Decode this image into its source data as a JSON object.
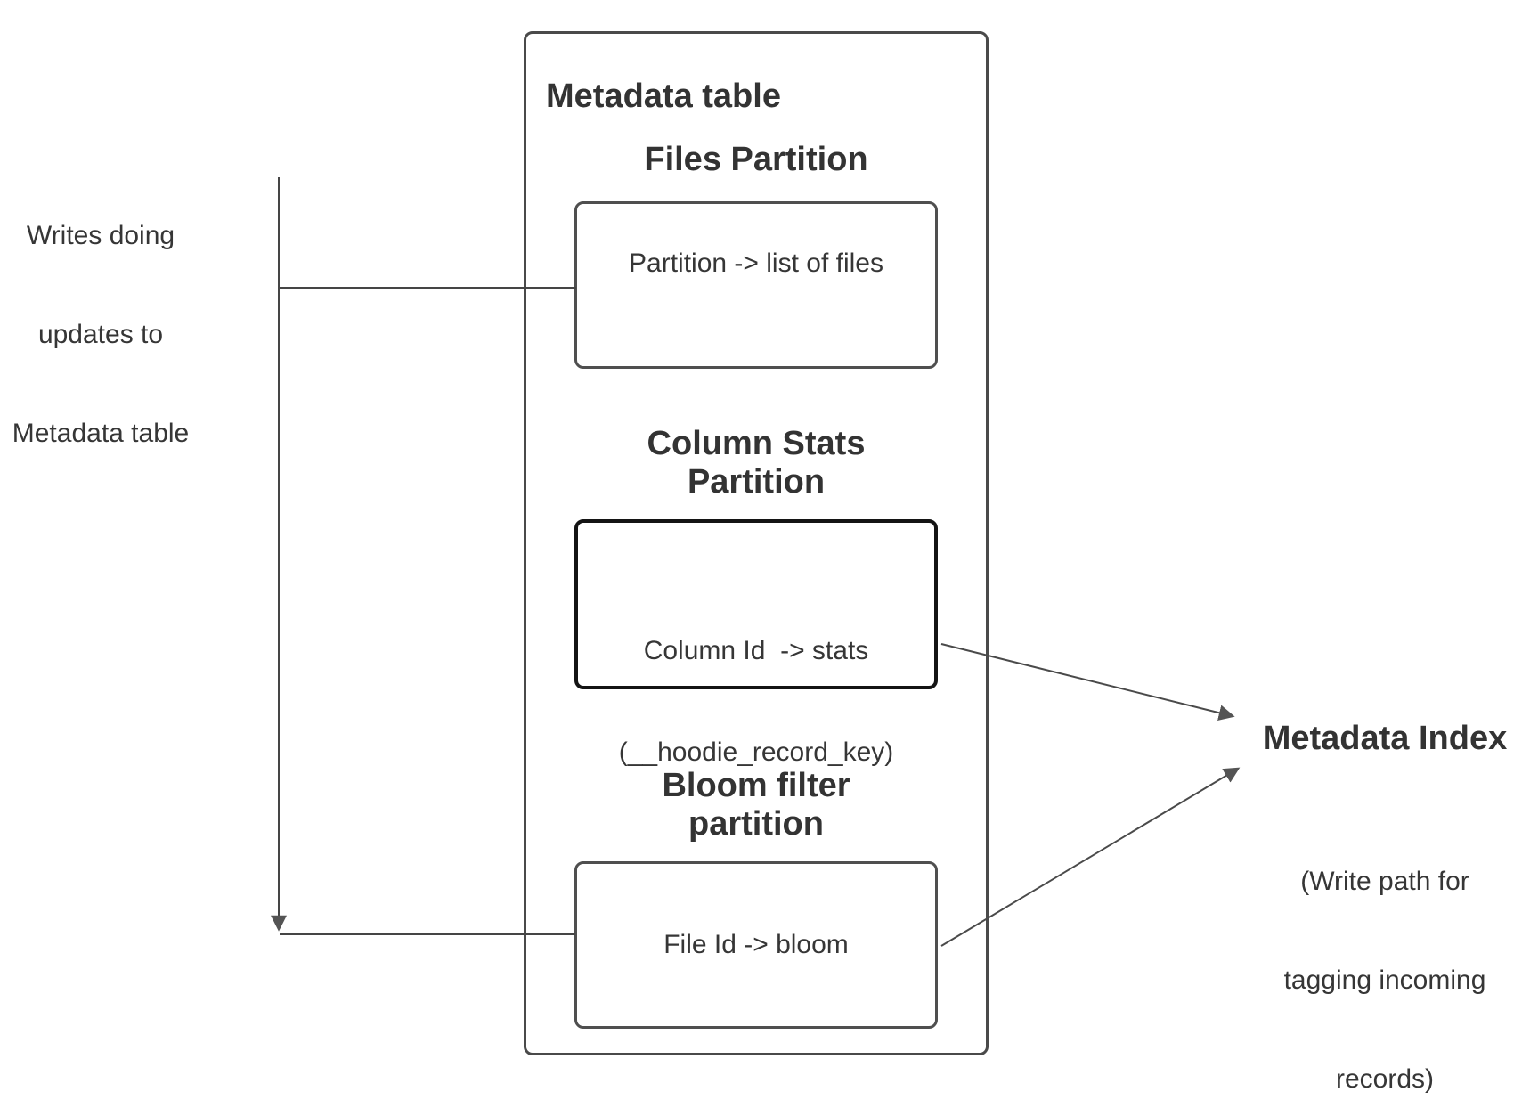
{
  "style": {
    "text_color": "#333333",
    "box_border_color": "#4f4f4f",
    "emphasis_border_color": "#141414",
    "connector_color": "#454545"
  },
  "left_note": {
    "line1": "Writes doing",
    "line2": "updates to",
    "line3": "Metadata table"
  },
  "metadata_table": {
    "title": "Metadata table",
    "files_partition": {
      "heading": "Files Partition",
      "mapping": "Partition -> list of files"
    },
    "column_stats_partition": {
      "heading_line1": "Column Stats",
      "heading_line2": "Partition",
      "mapping_line1": "Column Id  -> stats",
      "mapping_line2": "(__hoodie_record_key)"
    },
    "bloom_filter_partition": {
      "heading_line1": "Bloom filter",
      "heading_line2": "partition",
      "mapping": "File Id -> bloom"
    }
  },
  "metadata_index": {
    "title": "Metadata Index",
    "note_line1": "(Write path for",
    "note_line2": "tagging incoming",
    "note_line3": "records)"
  }
}
